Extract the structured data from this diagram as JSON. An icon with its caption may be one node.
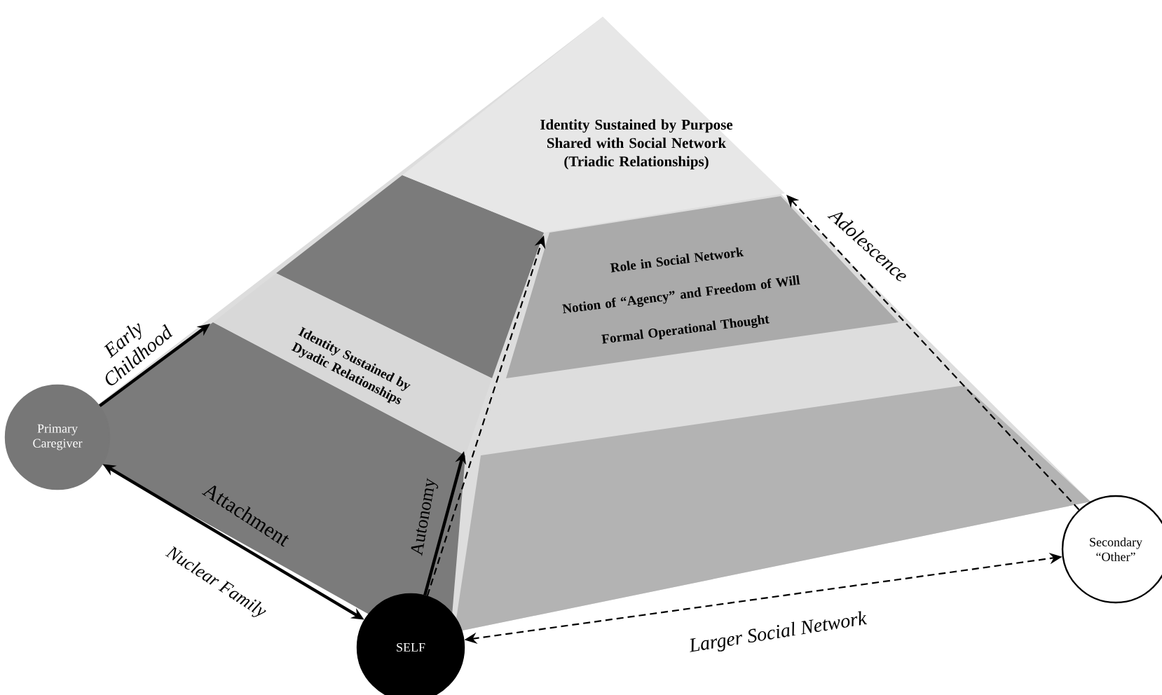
{
  "diagram": {
    "nodes": [
      {
        "text": [
          "Primary Caregiver"
        ]
      },
      {
        "text": [
          "SELF"
        ]
      },
      {
        "text": [
          "Secondary “Other”"
        ]
      },
      {
        "text": [
          "Identity Sustained by Purpose Shared with Social Network (Triadic Relationships)"
        ]
      },
      {
        "text": [
          "Identity Sustained by Dyadic Relationships"
        ]
      },
      {
        "text": [
          "Role in Social Network",
          "Notion of “Agency” and Freedom of Will",
          "Formal Operational Thought"
        ]
      }
    ],
    "edges": [
      {
        "from": 0,
        "to": 4,
        "arrow": "to",
        "label": "Early Childhood"
      },
      {
        "from": 0,
        "to": 1,
        "arrow": "both",
        "label": "Attachment"
      },
      {
        "from": 1,
        "to": 4,
        "arrow": "to",
        "label": "Autonomy"
      },
      {
        "from": 1,
        "to": 3,
        "arrow": "to",
        "style": "dashed"
      },
      {
        "from": 2,
        "to": 3,
        "arrow": "to",
        "label": "Adolescence",
        "style": "dashed"
      },
      {
        "from": 1,
        "to": 2,
        "arrow": "both",
        "label": "Larger Social Network",
        "style": "dashed"
      }
    ],
    "labels": [
      "Nuclear Family"
    ]
  }
}
